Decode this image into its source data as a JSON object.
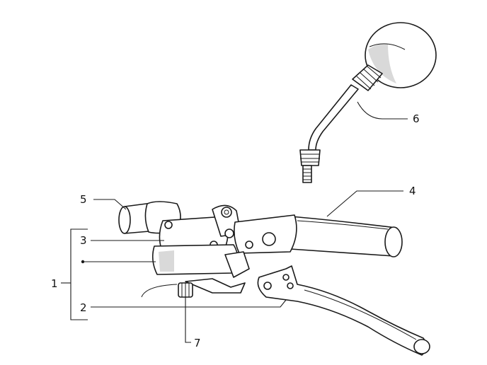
{
  "callouts": [
    {
      "id": "1",
      "label": "1"
    },
    {
      "id": "2",
      "label": "2"
    },
    {
      "id": "3",
      "label": "3"
    },
    {
      "id": "4",
      "label": "4"
    },
    {
      "id": "5",
      "label": "5"
    },
    {
      "id": "6",
      "label": "6"
    },
    {
      "id": "7",
      "label": "7"
    }
  ],
  "colors": {
    "ink": "#1a1a1a",
    "shade": "#d9d9d9",
    "background": "#ffffff"
  }
}
